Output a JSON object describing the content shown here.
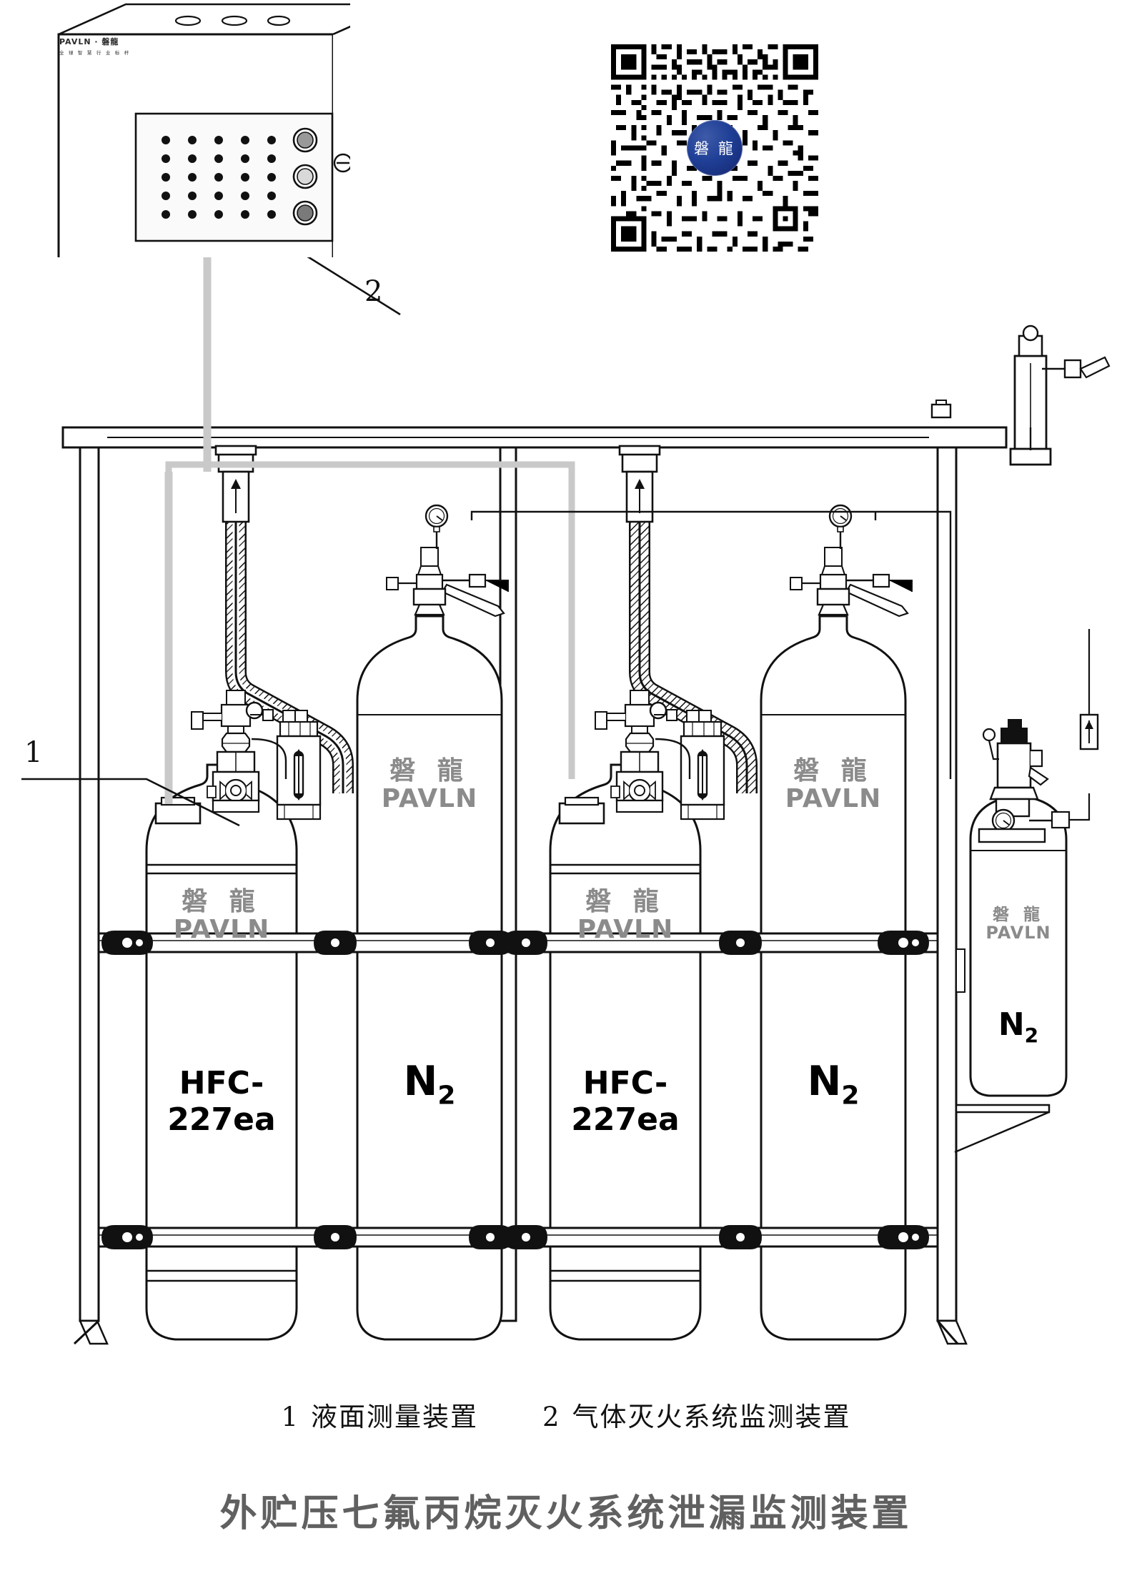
{
  "figure": {
    "title": "外贮压七氟丙烷灭火系统泄漏监测装置",
    "title_color": "#606060"
  },
  "legend": {
    "items": [
      {
        "num": "1",
        "label": "液面测量装置"
      },
      {
        "num": "2",
        "label": "气体灭火系统监测装置"
      }
    ]
  },
  "callouts": [
    {
      "id": "1",
      "text": "1"
    },
    {
      "id": "2",
      "text": "2"
    }
  ],
  "control_panel": {
    "brand_en": "PAVLN · 磐龍",
    "tagline": "全 球 智 慧  行 业 标 杆",
    "indicator_rows": 5,
    "indicator_cols": 5,
    "buttons": [
      {
        "name": "button-top",
        "color": "#999999"
      },
      {
        "name": "button-middle",
        "color": "#d9d9d9"
      },
      {
        "name": "button-bottom",
        "color": "#7a7a7a"
      }
    ],
    "top_vents": 3
  },
  "qr_code": {
    "center_logo_text": "磐 龍",
    "center_logo_color": "#1f3f96",
    "modules": 41
  },
  "cylinders": [
    {
      "id": "agent-1",
      "brand_cn": "磐 龍",
      "brand_en": "PAVLN",
      "gas_label": "HFC-227ea",
      "type": "agent"
    },
    {
      "id": "nitrogen-1",
      "brand_cn": "磐 龍",
      "brand_en": "PAVLN",
      "gas_label": "N",
      "gas_sub": "2",
      "type": "driver"
    },
    {
      "id": "agent-2",
      "brand_cn": "磐 龍",
      "brand_en": "PAVLN",
      "gas_label": "HFC-227ea",
      "type": "agent"
    },
    {
      "id": "nitrogen-2",
      "brand_cn": "磐 龍",
      "brand_en": "PAVLN",
      "gas_label": "N",
      "gas_sub": "2",
      "type": "driver"
    },
    {
      "id": "nitrogen-small",
      "brand_cn": "磐 龍",
      "brand_en": "PAVLN",
      "gas_label": "N",
      "gas_sub": "2",
      "type": "pilot"
    }
  ],
  "colors": {
    "line": "#111111",
    "brand_gray": "#8b8b8b",
    "signal_cable": "#c9c9c9",
    "background": "#ffffff"
  }
}
